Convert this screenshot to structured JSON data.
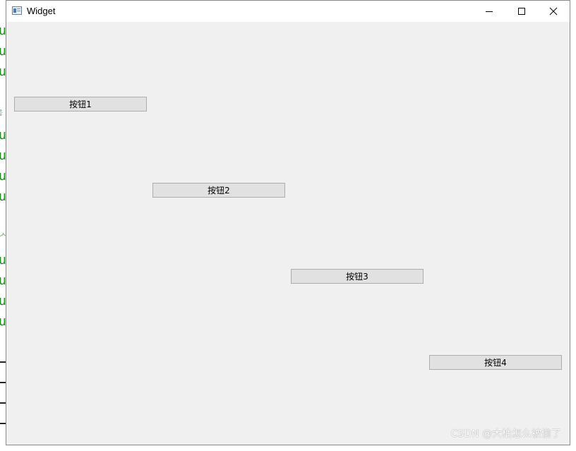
{
  "window": {
    "title": "Widget",
    "icon": "app-window-icon"
  },
  "caption_buttons": {
    "minimize": "minimize-icon",
    "maximize": "maximize-icon",
    "close": "close-icon"
  },
  "buttons": [
    {
      "label": "按钮1"
    },
    {
      "label": "按钮2"
    },
    {
      "label": "按钮3"
    },
    {
      "label": "按钮4"
    }
  ],
  "background_editor": {
    "glyphs": [
      "u",
      "u",
      "u",
      "៖",
      "u",
      "u",
      "u",
      "u",
      "ᄼ",
      "u",
      "u",
      "u",
      "u"
    ]
  },
  "watermark": "CSDN @大柏怎么被偷了",
  "colors": {
    "window_bg": "#f0f0f0",
    "titlebar_bg": "#ffffff",
    "button_bg": "#e1e1e1",
    "button_border": "#adadad",
    "editor_text_green": "#1d8a1d"
  }
}
